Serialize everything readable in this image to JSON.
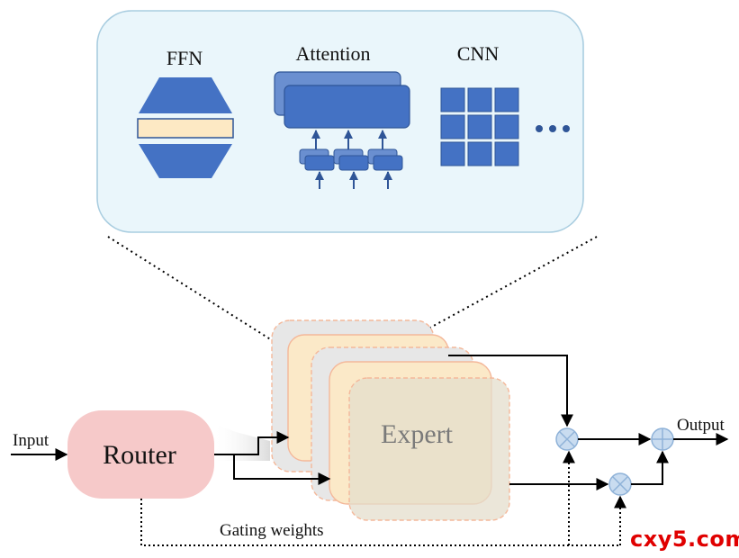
{
  "panel": {
    "ffn_label": "FFN",
    "attention_label": "Attention",
    "cnn_label": "CNN",
    "more_glyph": "• • •"
  },
  "flow": {
    "input_label": "Input",
    "router_label": "Router",
    "expert_label": "Expert",
    "gating_label": "Gating weights",
    "output_label": "Output"
  },
  "watermark": "cxy5.com",
  "colors": {
    "panel_bg": "#eaf6fb",
    "panel_border": "#a9cde0",
    "blue_block": "#4472c4",
    "blue_block_light": "#6a8fd0",
    "ffn_bar": "#fde9c4",
    "router_fill": "#f6c9c9",
    "expert_back": "#e7e7e7",
    "expert_front": "#fbe9c8",
    "expert_border": "#f4b89a",
    "op_circle": "#c9dcf0",
    "watermark": "#e00000"
  }
}
